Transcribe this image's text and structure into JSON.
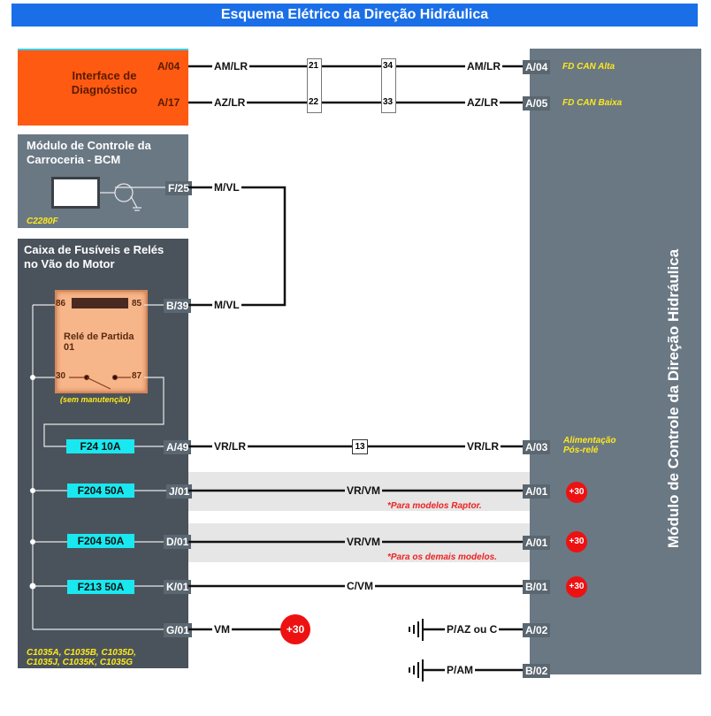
{
  "title": "Esquema Elétrico da Direção Hidráulica",
  "diagnostic_interface": {
    "label_line1": "Interface de",
    "label_line2": "Diagnóstico",
    "pins": [
      "A/04",
      "A/17"
    ],
    "color": "#ff5a12"
  },
  "bcm": {
    "title_line1": "Módulo de Controle da",
    "title_line2": "Carroceria - BCM",
    "pin": "F/25",
    "connector": "C2280F"
  },
  "fuse_box": {
    "title_line1": "Caixa de Fusíveis e Relés",
    "title_line2": "no Vão do Motor",
    "relay": {
      "name_line1": "Relé de Partida",
      "name_line2": "01",
      "pins": [
        "86",
        "85",
        "30",
        "87"
      ],
      "note": "(sem manutenção)"
    },
    "pins": [
      "B/39",
      "A/49",
      "J/01",
      "D/01",
      "K/01",
      "G/01"
    ],
    "fuses": [
      "F24 10A",
      "F204 50A",
      "F204 50A",
      "F213 50A"
    ],
    "connectors_line1": "C1035A, C1035B, C1035D,",
    "connectors_line2": "C1035J, C1035K, C1035G"
  },
  "module": {
    "title": "Módulo de Controle da Direção Hidráulica",
    "pins": [
      "A/04",
      "A/05",
      "A/03",
      "A/01",
      "A/01",
      "B/01",
      "A/02",
      "B/02"
    ],
    "labels": {
      "can_high": "FD CAN  Alta",
      "can_low": "FD CAN  Baixa",
      "power_line1": "Alimentação",
      "power_line2": "Pós-relé"
    }
  },
  "wires": {
    "am_lr": "AM/LR",
    "az_lr": "AZ/LR",
    "m_vl": "M/VL",
    "vr_lr": "VR/LR",
    "vr_vm": "VR/VM",
    "c_vm": "C/VM",
    "vm": "VM",
    "p_az": "P/AZ ou C",
    "p_am": "P/AM"
  },
  "splices": [
    "21",
    "22",
    "34",
    "33",
    "13"
  ],
  "notes": {
    "raptor": "*Para modelos Raptor.",
    "others": "*Para os demais modelos."
  },
  "power_badge": "+30"
}
